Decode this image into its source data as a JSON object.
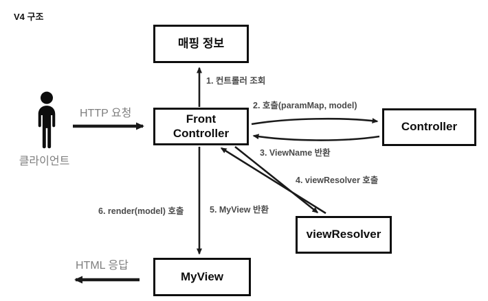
{
  "title": "V4 구조",
  "nodes": {
    "mapping_info": "매핑 정보",
    "front_controller": "Front Controller",
    "controller": "Controller",
    "view_resolver": "viewResolver",
    "my_view": "MyView",
    "client": "클라이언트"
  },
  "edges": {
    "http_request": "HTTP 요청",
    "step1": "1. 컨트롤러 조회",
    "step2": "2. 호출(paramMap, model)",
    "step3": "3. ViewName 반환",
    "step4": "4. viewResolver 호출",
    "step5": "5. MyView 반환",
    "step6": "6. render(model) 호출",
    "html_response": "HTML 응답"
  },
  "colors": {
    "box_border": "#0d0d0d",
    "box_text": "#0d0d0d",
    "arrow": "#1a1a1a",
    "step_label": "#4a4a4a",
    "gray_label": "#7e7e7e",
    "background": "#ffffff"
  }
}
